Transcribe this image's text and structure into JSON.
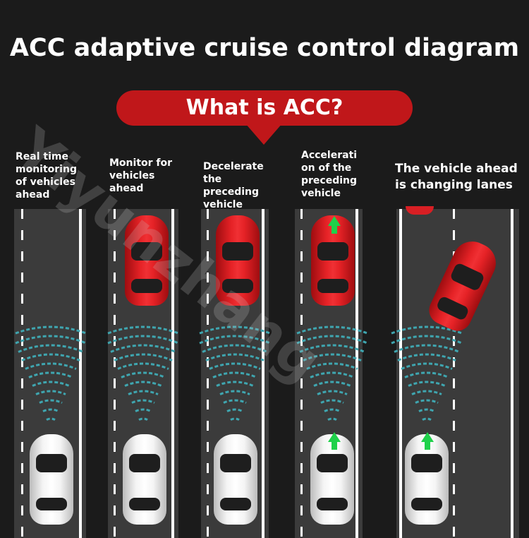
{
  "title": "ACC adaptive cruise control diagram",
  "banner": "What is ACC?",
  "watermark": "Yiyunzhang",
  "panels": [
    {
      "label": "Real time monitoring of vehicles ahead",
      "lead_car": "none",
      "arrows": false
    },
    {
      "label": "Monitor for vehicles ahead",
      "lead_car": "ahead",
      "arrows": false
    },
    {
      "label": "Decelerate the preceding vehicle",
      "lead_car": "ahead",
      "arrows": false
    },
    {
      "label": "Acceleration of the preceding vehicle",
      "lead_car": "ahead",
      "arrows": true
    },
    {
      "label": "The vehicle ahead is changing lanes",
      "lead_car": "changing",
      "arrows": true
    }
  ],
  "colors": {
    "banner": "#c0171a",
    "road": "#3b3b3b",
    "radar": "#3fa6b0",
    "arrow": "#1fd14a"
  }
}
